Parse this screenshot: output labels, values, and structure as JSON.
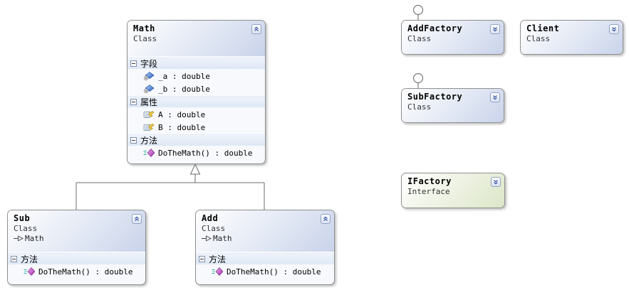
{
  "classes": [
    {
      "id": "math",
      "title": "Math",
      "kind": "Class",
      "sections": [
        {
          "label": "字段",
          "members": [
            {
              "icon": "private-field-icon",
              "text": "_a : double"
            },
            {
              "icon": "private-field-icon",
              "text": "_b : double"
            }
          ]
        },
        {
          "label": "属性",
          "members": [
            {
              "icon": "property-icon",
              "text": "A : double"
            },
            {
              "icon": "property-icon",
              "text": "B : double"
            }
          ]
        },
        {
          "label": "方法",
          "members": [
            {
              "icon": "method-icon",
              "text": "DoTheMath() : double"
            }
          ]
        }
      ]
    },
    {
      "id": "sub",
      "title": "Sub",
      "kind": "Class",
      "base": "Math",
      "sections": [
        {
          "label": "方法",
          "members": [
            {
              "icon": "method-icon",
              "text": "DoTheMath() : double"
            }
          ]
        }
      ]
    },
    {
      "id": "add",
      "title": "Add",
      "kind": "Class",
      "base": "Math",
      "sections": [
        {
          "label": "方法",
          "members": [
            {
              "icon": "method-icon",
              "text": "DoTheMath() : double"
            }
          ]
        }
      ]
    },
    {
      "id": "addfactory",
      "title": "AddFactory",
      "kind": "Class",
      "collapsed": true,
      "lollipop": true
    },
    {
      "id": "client",
      "title": "Client",
      "kind": "Class",
      "collapsed": true
    },
    {
      "id": "subfactory",
      "title": "SubFactory",
      "kind": "Class",
      "collapsed": true,
      "lollipop": true
    },
    {
      "id": "ifactory",
      "title": "IFactory",
      "kind": "Interface",
      "collapsed": true
    }
  ],
  "relationships": [
    {
      "type": "inheritance",
      "from": "Sub",
      "to": "Math"
    },
    {
      "type": "inheritance",
      "from": "Add",
      "to": "Math"
    },
    {
      "type": "interface-lollipop",
      "on": "AddFactory"
    },
    {
      "type": "interface-lollipop",
      "on": "SubFactory"
    }
  ],
  "colors": {
    "box_border": "#8f8f8f",
    "class_header_gradient_start": "#ffffff",
    "class_header_gradient_end": "#c9d3ea",
    "interface_header_gradient_end": "#dce6c8",
    "member_area_bg": "#f7f9fc",
    "section_strip_bg": "#dfe8f6",
    "chevron_blue": "#2b4a9b",
    "connector_gray": "#6e6e6e",
    "field_icon_blue": "#1e5bbe",
    "method_icon_purple": "#a030a8",
    "property_icon_yellow": "#f6cf3e"
  }
}
